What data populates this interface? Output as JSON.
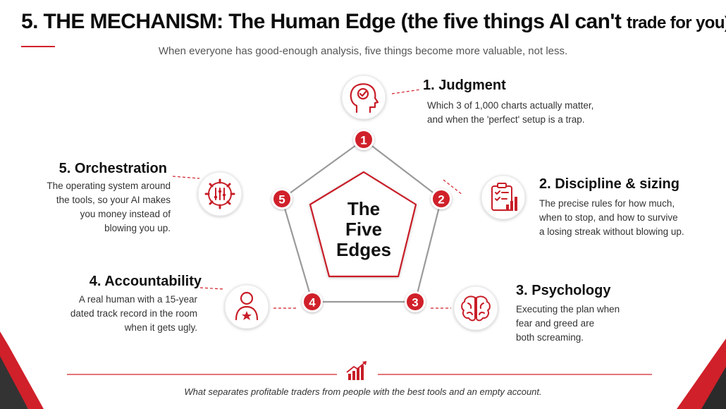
{
  "title": {
    "main": "5. THE MECHANISM: The Human Edge (the five things AI can't",
    "tail": "trade for you)"
  },
  "subtitle": "When everyone has good-enough analysis, five things become more valuable, not less.",
  "center": {
    "line1": "The",
    "line2": "Five",
    "line3": "Edges"
  },
  "edges": [
    {
      "number": "1",
      "title": "1. Judgment",
      "desc_lines": [
        "Which 3 of 1,000 charts actually matter,",
        "and when the 'perfect' setup is a trap."
      ],
      "icon": "head-with-check-icon"
    },
    {
      "number": "2",
      "title": "2. Discipline & sizing",
      "desc_lines": [
        "The precise rules for how much,",
        "when to stop, and how to survive",
        "a losing streak without blowing up."
      ],
      "icon": "clipboard-chart-icon"
    },
    {
      "number": "3",
      "title": "3. Psychology",
      "desc_lines": [
        "Executing the plan when",
        "fear and greed are",
        "both screaming."
      ],
      "icon": "brain-icon"
    },
    {
      "number": "4",
      "title": "4. Accountability",
      "desc_lines": [
        "A real human with a 15-year",
        "dated track record in the room",
        "when it gets ugly."
      ],
      "icon": "person-star-icon"
    },
    {
      "number": "5",
      "title": "5. Orchestration",
      "desc_lines": [
        "The operating system around",
        "the tools, so your AI makes",
        "you money instead of",
        "blowing you up."
      ],
      "icon": "gear-sliders-icon"
    }
  ],
  "footer": "What separates profitable traders from people with the best tools and an empty account.",
  "colors": {
    "accent": "#d0202a",
    "text": "#111111",
    "muted": "#555555",
    "outline": "#9a9a9a"
  }
}
